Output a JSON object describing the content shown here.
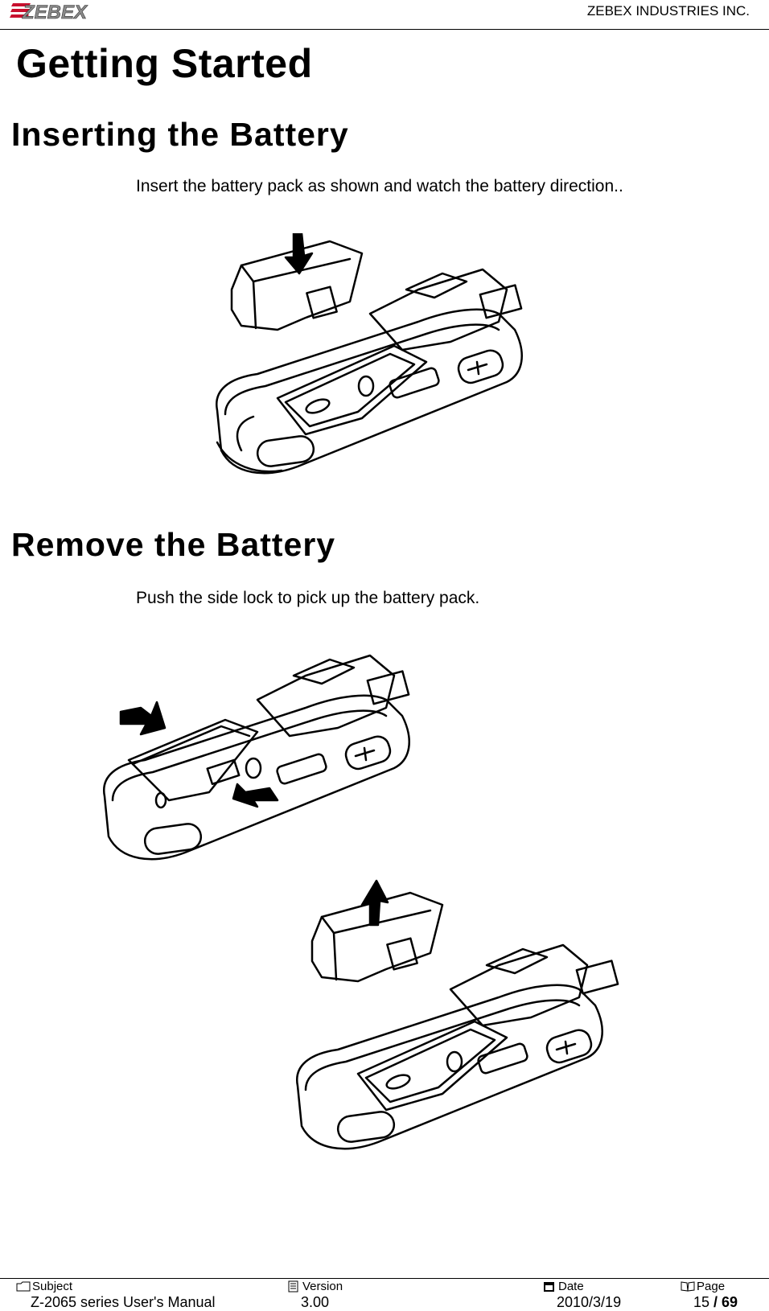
{
  "header": {
    "logo_text": "ZEBEX",
    "company": "ZEBEX INDUSTRIES INC."
  },
  "page_title": "Getting Started",
  "sections": [
    {
      "heading": "Inserting the Battery",
      "text": "Insert the battery pack as shown and watch the battery direction.."
    },
    {
      "heading": "Remove the Battery",
      "text": "Push the side lock to pick up the battery pack."
    }
  ],
  "footer": {
    "subject_label": "Subject",
    "subject_value": "Z-2065 series User's Manual",
    "version_label": "Version",
    "version_value": "3.00",
    "date_label": "Date",
    "date_value": "2010/3/19",
    "page_label": "Page",
    "page_current": "15",
    "page_total": "/ 69"
  },
  "icons": {
    "subject": "folder-icon",
    "version": "document-icon",
    "date": "calendar-icon",
    "page": "book-icon"
  }
}
